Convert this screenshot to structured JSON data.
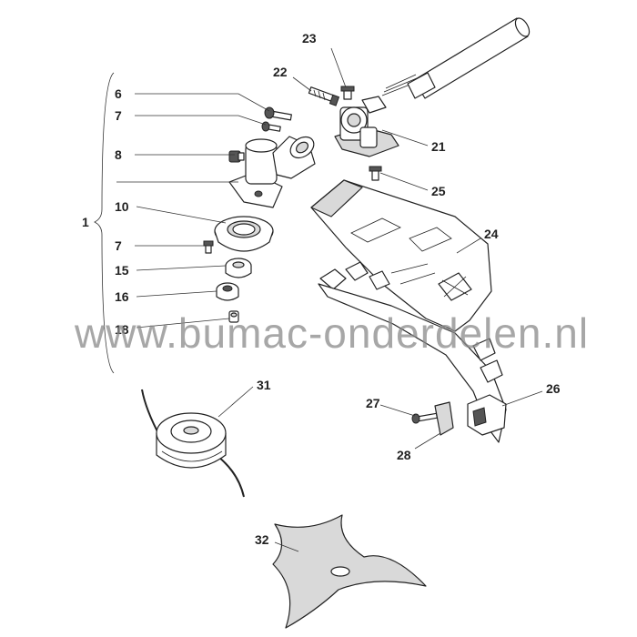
{
  "watermark": "www.bumac-onderdelen.nl",
  "labels": {
    "l1": "1",
    "l6": "6",
    "l7a": "7",
    "l8": "8",
    "l10": "10",
    "l7b": "7",
    "l15": "15",
    "l16": "16",
    "l18": "18",
    "l21": "21",
    "l22": "22",
    "l23": "23",
    "l24": "24",
    "l25": "25",
    "l26": "26",
    "l27": "27",
    "l28": "28",
    "l31": "31",
    "l32": "32"
  }
}
